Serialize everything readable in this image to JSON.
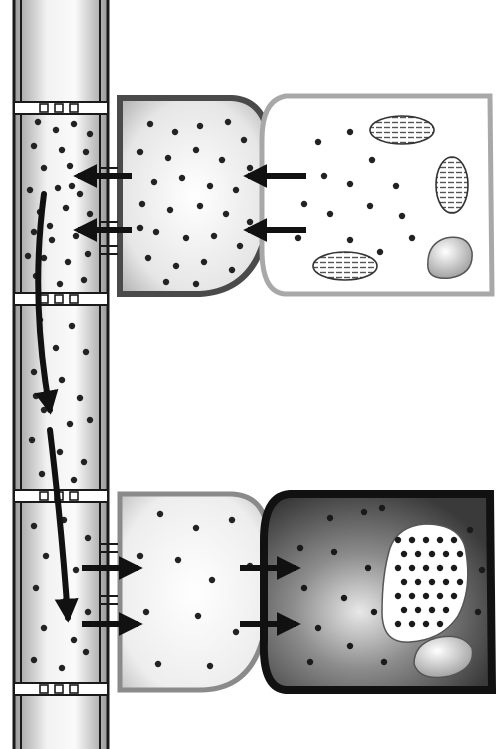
{
  "diagram": {
    "style": "grayscale textbook illustration",
    "components": {
      "phloem_tube": "sieve-tube",
      "sieve_plates": "sieve-plate",
      "source_companion_cell": "companion-cell",
      "source_cell": "photosynthetic-cell-with-chloroplasts",
      "sink_companion_cell": "companion-cell",
      "sink_cell": "storage-cell-with-vacuole"
    },
    "arrows": {
      "source_loading": "leftward",
      "sink_unloading": "rightward",
      "phloem_flow": "downward"
    },
    "colors": {
      "outline": "#1a1a1a",
      "dot": "#222222",
      "light_fill": "#f2f2f2",
      "dark_fill": "#555555"
    }
  }
}
